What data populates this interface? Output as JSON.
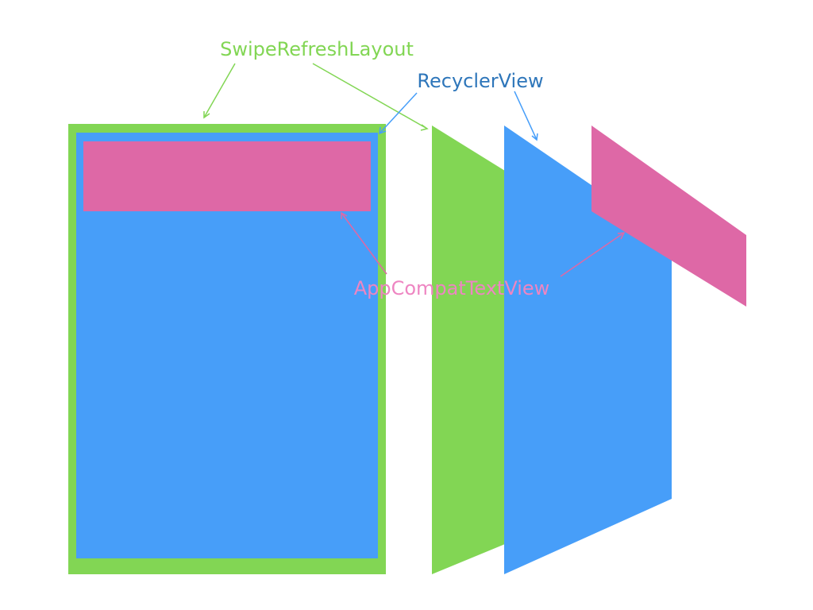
{
  "labels": {
    "swipe_refresh_layout": "SwipeRefreshLayout",
    "recycler_view": "RecyclerView",
    "app_compat_text_view": "AppCompatTextView"
  },
  "colors": {
    "swipe_refresh_layout": "#82d654",
    "recycler_view": "#479ef9",
    "app_compat_text_view": "#de68a6",
    "label_green": "#82d654",
    "label_blue": "#2e76ba",
    "label_pink": "#ee85c2",
    "background": "#ffffff"
  }
}
